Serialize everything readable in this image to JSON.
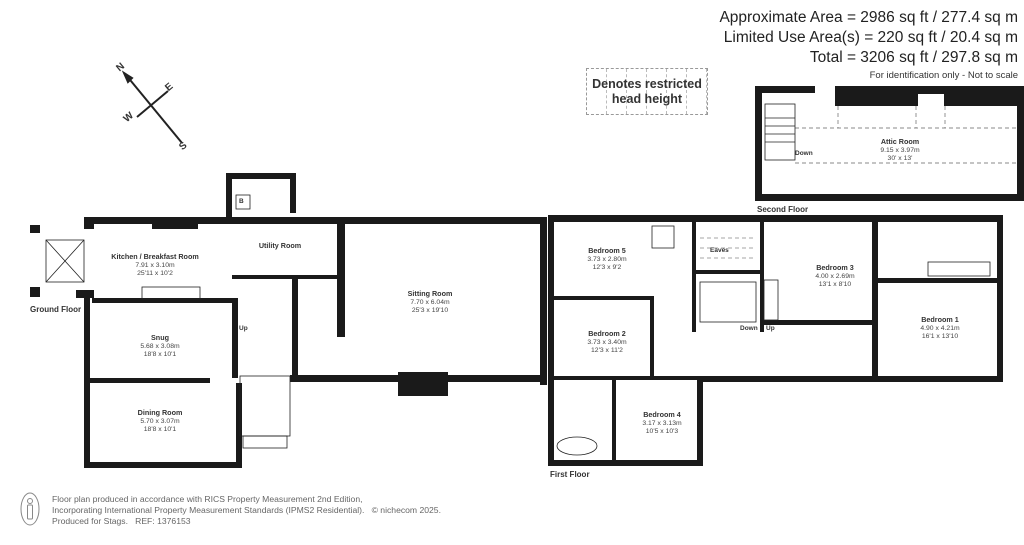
{
  "areas": {
    "approximate": "Approximate Area = 2986 sq ft / 277.4 sq m",
    "limited_use": "Limited Use Area(s) = 220 sq ft / 20.4 sq m",
    "total": "Total = 3206 sq ft / 297.8 sq m",
    "note": "For identification only - Not to scale"
  },
  "legend": {
    "restricted_label_line1": "Denotes restricted",
    "restricted_label_line2": "head height"
  },
  "compass": {
    "n": "N",
    "e": "E",
    "s": "S",
    "w": "W"
  },
  "floors": {
    "ground": {
      "label": "Ground Floor",
      "rooms": [
        {
          "name": "Kitchen / Breakfast Room",
          "metric": "7.91 x 3.10m",
          "imperial": "25'11 x 10'2"
        },
        {
          "name": "Utility Room",
          "metric": "",
          "imperial": ""
        },
        {
          "name": "Snug",
          "metric": "5.68 x 3.08m",
          "imperial": "18'8 x 10'1"
        },
        {
          "name": "Dining Room",
          "metric": "5.70 x 3.07m",
          "imperial": "18'8 x 10'1"
        },
        {
          "name": "Sitting Room",
          "metric": "7.70 x 6.04m",
          "imperial": "25'3 x 19'10"
        }
      ],
      "markers": {
        "boiler": "B",
        "stairs_up": "Up"
      }
    },
    "first": {
      "label": "First Floor",
      "rooms": [
        {
          "name": "Bedroom 5",
          "metric": "3.73 x 2.80m",
          "imperial": "12'3 x 9'2"
        },
        {
          "name": "Bedroom 2",
          "metric": "3.73 x 3.40m",
          "imperial": "12'3 x 11'2"
        },
        {
          "name": "Bedroom 4",
          "metric": "3.17 x 3.13m",
          "imperial": "10'5 x 10'3"
        },
        {
          "name": "Bedroom 3",
          "metric": "4.00 x 2.69m",
          "imperial": "13'1 x 8'10"
        },
        {
          "name": "Bedroom 1",
          "metric": "4.90 x 4.21m",
          "imperial": "16'1 x 13'10"
        }
      ],
      "markers": {
        "eaves": "Eaves",
        "stairs_down": "Down",
        "stairs_up": "Up"
      }
    },
    "second": {
      "label": "Second Floor",
      "rooms": [
        {
          "name": "Attic Room",
          "metric": "9.15 x 3.97m",
          "imperial": "30' x 13'"
        }
      ],
      "markers": {
        "stairs_down": "Down"
      }
    }
  },
  "footer": {
    "line1": "Floor plan produced in accordance with RICS Property Measurement 2nd Edition,",
    "line2": "Incorporating International Property Measurement Standards (IPMS2 Residential).",
    "copyright": "© nichecom 2025.",
    "line3": "Produced for Stags.   REF: 1376153"
  },
  "colors": {
    "wall": "#1a1a1a",
    "text": "#333333",
    "dashed": "#999999"
  }
}
